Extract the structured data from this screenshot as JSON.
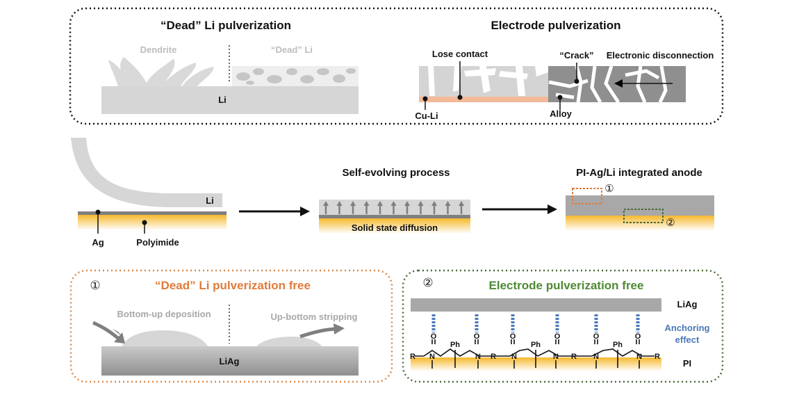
{
  "top_panel": {
    "left_title": "“Dead” Li pulverization",
    "dendrite_label": "Dendrite",
    "dead_li_label": "“Dead” Li",
    "li_label": "Li",
    "right_title": "Electrode pulverization",
    "lose_contact_label": "Lose contact",
    "crack_label": "“Crack”",
    "electronic_disconnection_label": "Electronic disconnection",
    "cu_li_label": "Cu-Li",
    "alloy_label": "Alloy"
  },
  "middle_row": {
    "li_label": "Li",
    "ag_label": "Ag",
    "polyimide_label": "Polyimide",
    "process_title": "Self-evolving process",
    "diffusion_label": "Solid state diffusion",
    "anode_title": "PI-Ag/Li integrated anode",
    "marker_1": "①",
    "marker_2": "②"
  },
  "bottom_left": {
    "number": "①",
    "title": "“Dead” Li pulverization free",
    "deposition_label": "Bottom-up deposition",
    "stripping_label": "Up-bottom stripping",
    "liag_label": "LiAg"
  },
  "bottom_right": {
    "number": "②",
    "title": "Electrode pulverization free",
    "liag_label": "LiAg",
    "anchoring_label_1": "Anchoring",
    "anchoring_label_2": "effect",
    "pi_label": "PI",
    "chem_r": "R",
    "chem_n": "N",
    "chem_o": "O",
    "chem_ph": "Ph"
  },
  "colors": {
    "orange_box": "#d9894a",
    "green_box": "#4a6b3a",
    "title_orange": "#e07b39",
    "title_green": "#4e8a34",
    "anchoring_blue": "#4a78b8",
    "gray_layer": "#a8a8a8",
    "light_gray": "#d6d6d6"
  }
}
